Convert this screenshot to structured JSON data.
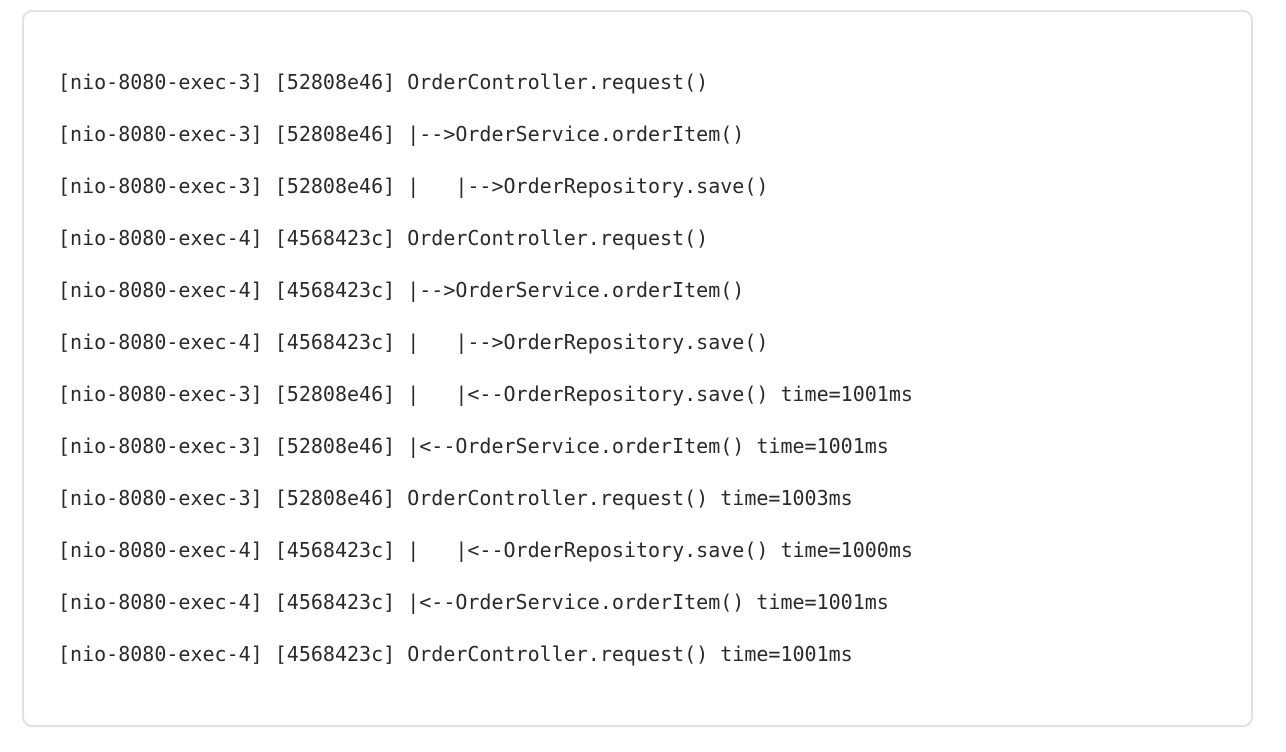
{
  "panel": {
    "background_color": "#ffffff",
    "border_color": "#e1e1e1",
    "text_color": "#2a2a2a"
  },
  "log": {
    "lines": [
      "[nio-8080-exec-3] [52808e46] OrderController.request()",
      "[nio-8080-exec-3] [52808e46] |-->OrderService.orderItem()",
      "[nio-8080-exec-3] [52808e46] |   |-->OrderRepository.save()",
      "[nio-8080-exec-4] [4568423c] OrderController.request()",
      "[nio-8080-exec-4] [4568423c] |-->OrderService.orderItem()",
      "[nio-8080-exec-4] [4568423c] |   |-->OrderRepository.save()",
      "[nio-8080-exec-3] [52808e46] |   |<--OrderRepository.save() time=1001ms",
      "[nio-8080-exec-3] [52808e46] |<--OrderService.orderItem() time=1001ms",
      "[nio-8080-exec-3] [52808e46] OrderController.request() time=1003ms",
      "[nio-8080-exec-4] [4568423c] |   |<--OrderRepository.save() time=1000ms",
      "[nio-8080-exec-4] [4568423c] |<--OrderService.orderItem() time=1001ms",
      "[nio-8080-exec-4] [4568423c] OrderController.request() time=1001ms"
    ]
  }
}
